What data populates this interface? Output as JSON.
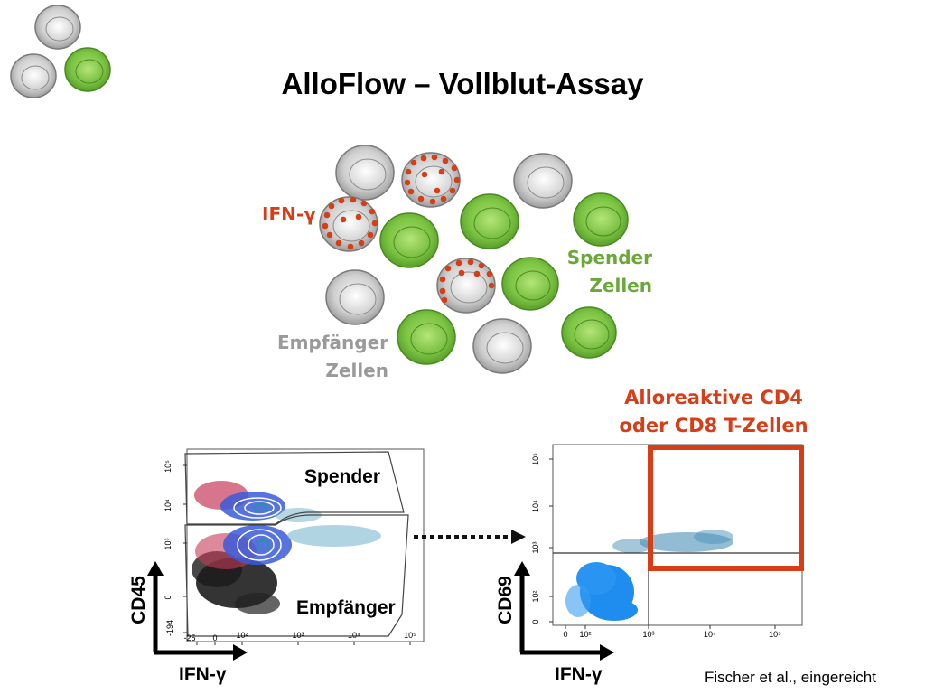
{
  "slide": {
    "title": "AlloFlow – Vollblut-Assay",
    "citation": "Fischer et al., eingereicht"
  },
  "cells": {
    "ifn_label": "IFN-γ",
    "donor_label_line1": "Spender",
    "donor_label_line2": "Zellen",
    "recipient_label_line1": "Empfänger",
    "recipient_label_line2": "Zellen",
    "colors": {
      "donor": "#7cc443",
      "recipient": "#bdbdbd",
      "ifn_dot": "#d63e17"
    }
  },
  "highlight": {
    "line1": "Alloreaktive CD4",
    "line2": "oder CD8 T-Zellen",
    "color": "#d63e17"
  },
  "plot_left": {
    "gate_upper": "Spender",
    "gate_lower": "Empfänger",
    "y_axis_title": "CD45",
    "x_axis_title": "IFN-γ",
    "y_ticks": [
      "10⁵",
      "10⁴",
      "10³",
      "0",
      "-194"
    ],
    "x_ticks": [
      "-25",
      "0",
      "10²",
      "10³",
      "10⁴",
      "10⁵"
    ]
  },
  "plot_right": {
    "y_axis_title": "CD69",
    "x_axis_title": "IFN-γ",
    "y_ticks": [
      "10⁵",
      "10⁴",
      "10³",
      "10²",
      "0"
    ],
    "x_ticks": [
      "0",
      "10²",
      "10³",
      "10⁴",
      "10⁵"
    ]
  }
}
